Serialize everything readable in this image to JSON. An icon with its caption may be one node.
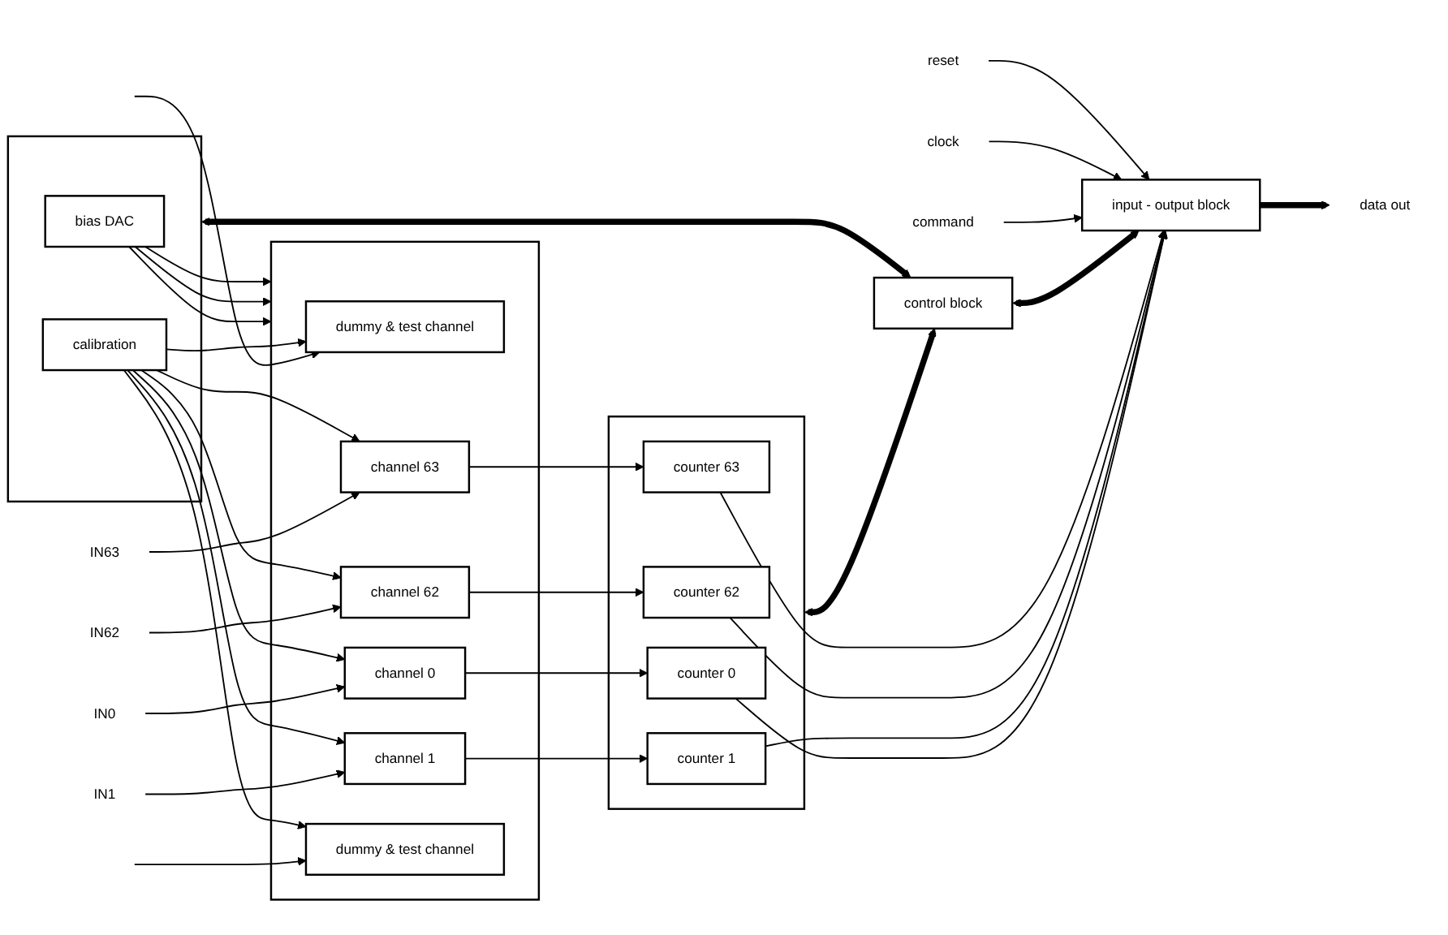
{
  "diagram": {
    "nodes": [
      {
        "text": [],
        "shape": "box"
      },
      {
        "text": [
          "dummy & test channel"
        ],
        "in": 0
      },
      {
        "text": [
          "channel 0"
        ],
        "in": 0
      },
      {
        "text": [
          "channel 1"
        ],
        "in": 0
      },
      {
        "text": [
          "channel 62"
        ],
        "in": 0
      },
      {
        "text": [
          "channel 63"
        ],
        "in": 0
      },
      {
        "text": [
          "dummy & test channel"
        ],
        "in": 0
      },
      {
        "text": [],
        "shape": "box"
      },
      {
        "text": [
          "counter 0"
        ],
        "in": 7
      },
      {
        "text": [
          "counter 1"
        ],
        "in": 7
      },
      {
        "text": [
          "counter 62"
        ],
        "in": 7
      },
      {
        "text": [
          "counter 63"
        ],
        "in": 7
      },
      {
        "text": [
          "input - output block"
        ]
      },
      {
        "text": [],
        "shape": "box"
      },
      {
        "text": [
          "calibration"
        ],
        "in": 13
      },
      {
        "text": [
          "bias DAC"
        ],
        "in": 13
      },
      {
        "text": [
          "control block"
        ]
      },
      {
        "text": [
          "IN0"
        ]
      },
      {
        "text": [
          "IN1"
        ]
      },
      {
        "text": [
          "IN62"
        ]
      },
      {
        "text": [
          "IN63"
        ]
      },
      {
        "text": [
          "data out"
        ]
      },
      {
        "text": [
          "command"
        ]
      },
      {
        "text": [
          "clock"
        ]
      },
      {
        "text": [
          "reset"
        ]
      }
    ],
    "edges": [
      {
        "from": null,
        "to": 1,
        "arrow": "to"
      },
      {
        "from": 17,
        "to": 2,
        "arrow": "to"
      },
      {
        "from": 18,
        "to": 3,
        "arrow": "to"
      },
      {
        "from": 19,
        "to": 4,
        "arrow": "to"
      },
      {
        "from": 20,
        "to": 5,
        "arrow": "to"
      },
      {
        "from": null,
        "to": 6,
        "arrow": "to"
      },
      {
        "from": 14,
        "to": 1,
        "arrow": "to"
      },
      {
        "from": 14,
        "to": 2,
        "arrow": "to"
      },
      {
        "from": 14,
        "to": 3,
        "arrow": "to"
      },
      {
        "from": 14,
        "to": 4,
        "arrow": "to"
      },
      {
        "from": 14,
        "to": 5,
        "arrow": "to"
      },
      {
        "from": 14,
        "to": 6,
        "arrow": "to"
      },
      {
        "from": 15,
        "to": 0,
        "arrow": "to"
      },
      {
        "from": 15,
        "to": 0,
        "arrow": "to"
      },
      {
        "from": 15,
        "to": 0,
        "arrow": "to"
      },
      {
        "from": 2,
        "to": 8,
        "arrow": "to"
      },
      {
        "from": 3,
        "to": 9,
        "arrow": "to"
      },
      {
        "from": 4,
        "to": 10,
        "arrow": "to"
      },
      {
        "from": 5,
        "to": 11,
        "arrow": "to"
      },
      {
        "from": 8,
        "to": 12,
        "arrow": "to"
      },
      {
        "from": 9,
        "to": 12,
        "arrow": "to"
      },
      {
        "from": 10,
        "to": 12,
        "arrow": "to"
      },
      {
        "from": 11,
        "to": 12,
        "arrow": "to"
      },
      {
        "from": 7,
        "to": 16,
        "arrow": "both",
        "style": "thick"
      },
      {
        "from": 13,
        "to": 16,
        "arrow": "both",
        "style": "thick"
      },
      {
        "from": 16,
        "to": 12,
        "arrow": "both",
        "style": "thick"
      },
      {
        "from": 12,
        "to": 21,
        "arrow": "to",
        "style": "thick"
      },
      {
        "from": 22,
        "to": 12,
        "arrow": "to"
      },
      {
        "from": 23,
        "to": 12,
        "arrow": "to"
      },
      {
        "from": 24,
        "to": 12,
        "arrow": "to"
      }
    ]
  }
}
